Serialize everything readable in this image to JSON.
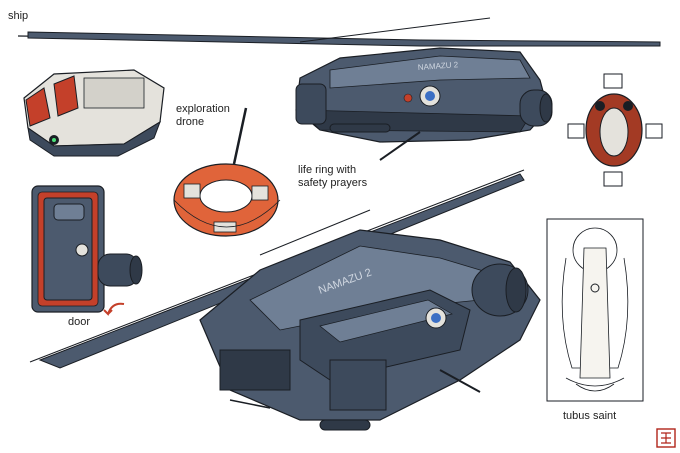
{
  "labels": {
    "ship": "ship",
    "drone_line1": "exploration",
    "drone_line2": "drone",
    "ring_line1": "life ring with",
    "ring_line2": "safety prayers",
    "door": "door",
    "saint": "tubus saint"
  },
  "hull_markings": {
    "top_ship": "NAMAZU 2",
    "bottom_ship": "NAMAZU 2"
  },
  "colors": {
    "hull": "#4c5a6e",
    "hull_dark": "#2f3947",
    "hull_light": "#6f7f95",
    "accent_red": "#c4402a",
    "ring_orange": "#e0643a",
    "drone_white": "#e4e2dc",
    "outline": "#1a1e24"
  },
  "icons": {
    "stamp": "seal-stamp-icon",
    "door_arrow": "curved-arrow-icon"
  }
}
